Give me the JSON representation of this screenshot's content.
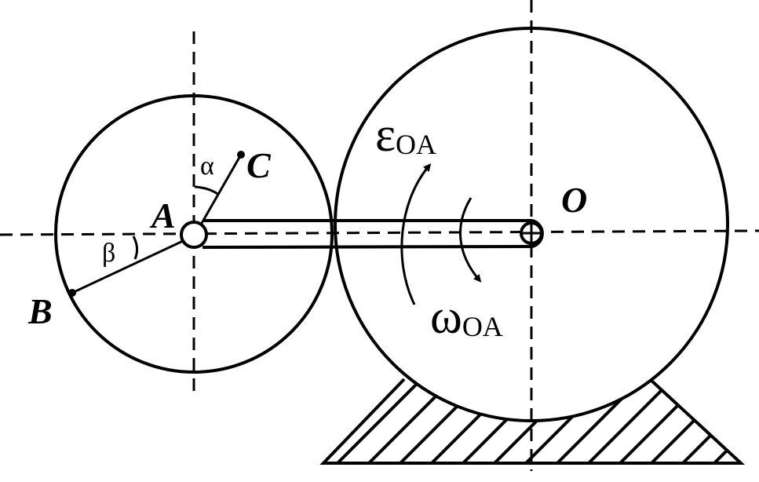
{
  "points": {
    "A": "A",
    "B": "B",
    "C": "C",
    "O": "O"
  },
  "angles": {
    "alpha": "α",
    "beta": "β"
  },
  "epsilon": {
    "symbol": "ε",
    "subscript": "OA"
  },
  "omega": {
    "symbol": "ω",
    "subscript": "OA"
  },
  "colors": {
    "line": "#000000",
    "background": "#ffffff"
  }
}
